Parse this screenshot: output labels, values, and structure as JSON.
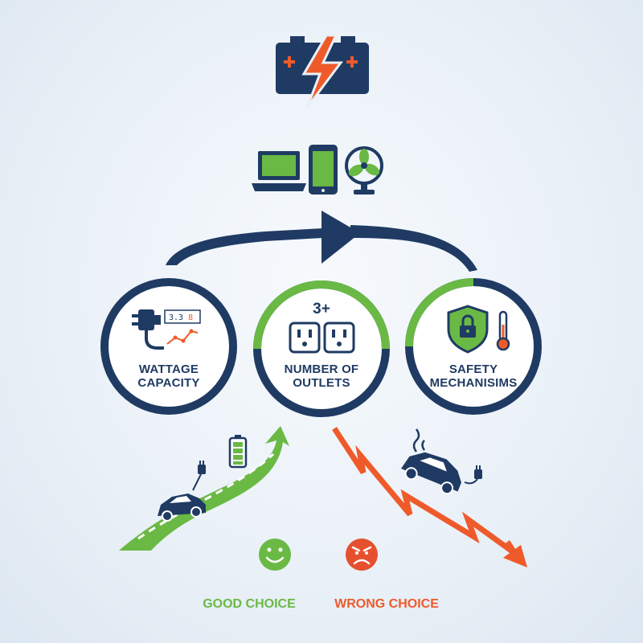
{
  "colors": {
    "navy": "#1f3b63",
    "green": "#6ab945",
    "orange": "#ef5a2a",
    "red": "#e5512f"
  },
  "factors": [
    {
      "id": "wattage",
      "line1": "WATTAGE",
      "line2": "CAPACITY",
      "icon": "plug-meter-icon"
    },
    {
      "id": "outlets",
      "line1": "NUMBER OF",
      "line2": "OUTLETS",
      "badge": "3+",
      "icon": "outlet-icon"
    },
    {
      "id": "safety",
      "line1": "SAFETY",
      "line2": "MECHANISIMS",
      "icon": "shield-lock-icon"
    }
  ],
  "meter": {
    "digits": "3.3",
    "accent": "8"
  },
  "outcomes": {
    "good": {
      "label": "GOOD CHOICE",
      "icon": "smiley-icon"
    },
    "bad": {
      "label": "WRONG CHOICE",
      "icon": "angry-face-icon"
    }
  },
  "top_icons": [
    "battery-icon",
    "laptop-icon",
    "phone-icon",
    "fan-icon"
  ]
}
